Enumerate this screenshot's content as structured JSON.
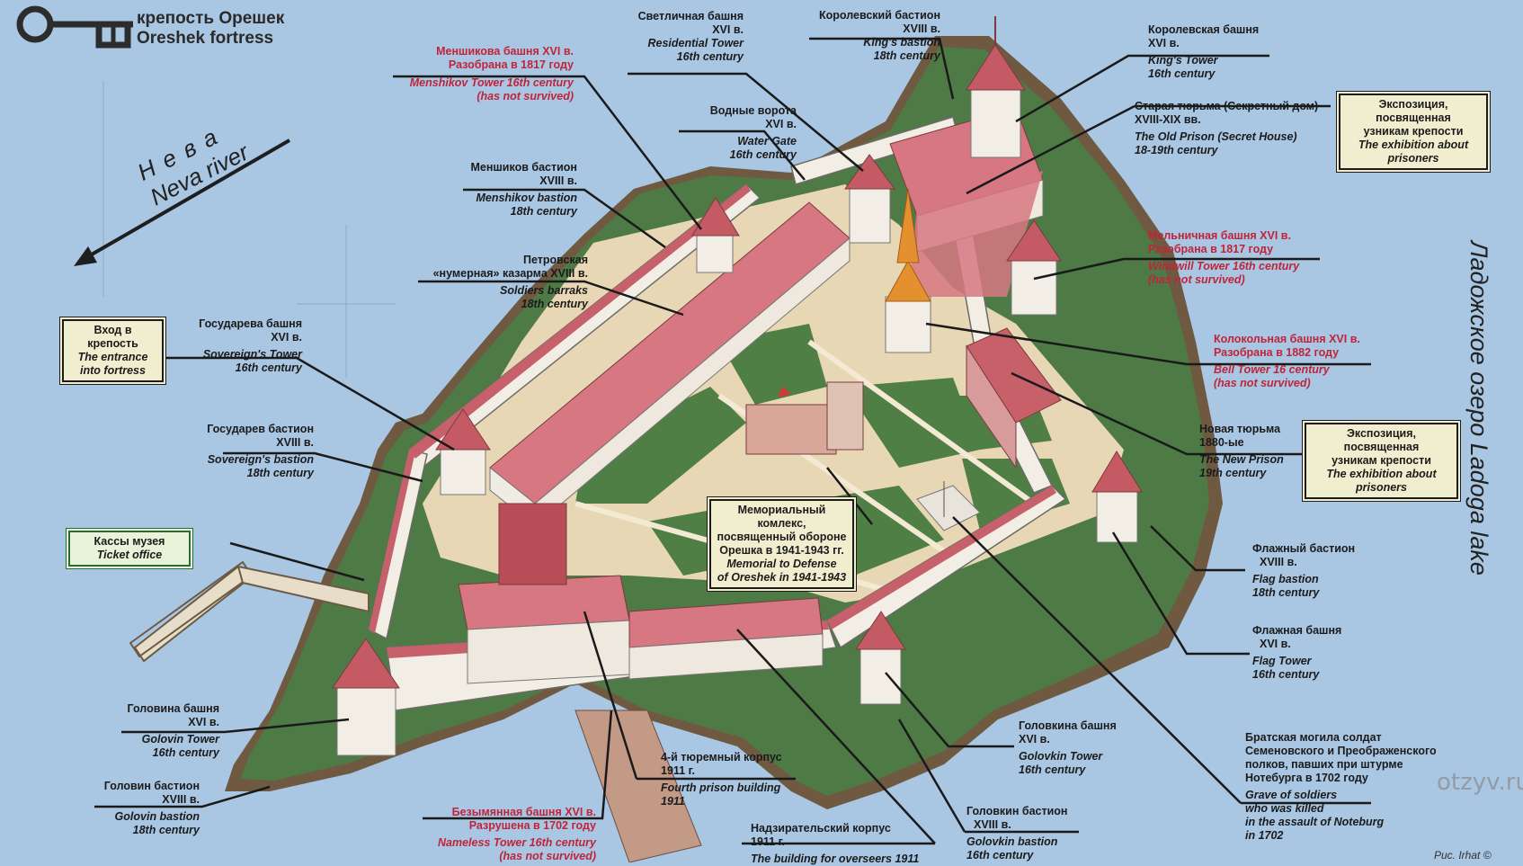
{
  "header": {
    "title_ru": "крепость Орешек",
    "title_en": "Oreshek fortress"
  },
  "river": {
    "ru": "Н е в а",
    "en": "Neva river"
  },
  "lake": {
    "text": "Ладожское озеро  Ladoga lake"
  },
  "credit": "Рис. Irhat ©",
  "watermark": "otzyv.ru",
  "labels": {
    "svetlichnaya": {
      "ru": [
        "Светличная башня",
        "XVI в."
      ],
      "en": [
        "Residential Tower",
        "16th century"
      ]
    },
    "korolevsky_bastion": {
      "ru": [
        "Королевский бастион",
        "XVIII в."
      ],
      "en": [
        "King's bastion",
        "18th century"
      ]
    },
    "korolevskaya_tower": {
      "ru": [
        "Королевская башня",
        "XVI в."
      ],
      "en": [
        "King's Tower",
        "16th century"
      ]
    },
    "menshikova_tower": {
      "ru": [
        "Меншикова башня XVI в.",
        "Разобрана в 1817 году"
      ],
      "en": [
        "Menshikov Tower 16th century",
        "(has not survived)"
      ]
    },
    "water_gate": {
      "ru": [
        "Водные ворота",
        "XVI в."
      ],
      "en": [
        "Water Gate",
        "16th century"
      ]
    },
    "old_prison": {
      "ru": [
        "Старая тюрьма (Секретный дом)",
        "XVIII-XIX вв."
      ],
      "en": [
        "The Old Prison (Secret House)",
        "18-19th century"
      ]
    },
    "menshikov_bastion": {
      "ru": [
        "Меншиков бастион",
        "XVIII в."
      ],
      "en": [
        "Menshikov bastion",
        "18th century"
      ]
    },
    "windmill_tower": {
      "ru": [
        "Мельничная башня XVI в.",
        "Разобрана в 1817 году"
      ],
      "en": [
        "Windwill Tower 16th century",
        "(has not survived)"
      ]
    },
    "petrovskaya": {
      "ru": [
        "Петровская",
        "«нумерная» казарма XVIII в."
      ],
      "en": [
        "Soldiers barraks",
        "18th century"
      ]
    },
    "gosudareva_tower": {
      "ru": [
        "Государева башня",
        "XVI в."
      ],
      "en": [
        "Sovereign's Tower",
        "16th century"
      ]
    },
    "bell_tower": {
      "ru": [
        "Колокольная башня XVI в.",
        "Разобрана в 1882 году"
      ],
      "en": [
        "Bell Tower 16 century",
        "(has not survived)"
      ]
    },
    "gosudarev_bastion": {
      "ru": [
        "Государев бастион",
        "XVIII в."
      ],
      "en": [
        "Sovereign's bastion",
        "18th century"
      ]
    },
    "new_prison": {
      "ru": [
        "Новая тюрьма",
        "1880-ые"
      ],
      "en": [
        "The New Prison",
        "19th century"
      ]
    },
    "flag_bastion": {
      "ru": [
        "Флажный бастион",
        "XVIII в."
      ],
      "en": [
        "Flag bastion",
        "18th century"
      ]
    },
    "flag_tower": {
      "ru": [
        "Флажная башня",
        "XVI в."
      ],
      "en": [
        "Flag Tower",
        "16th century"
      ]
    },
    "golovina_tower": {
      "ru": [
        "Головина башня",
        "XVI в."
      ],
      "en": [
        "Golovin Tower",
        "16th century"
      ]
    },
    "golovkina_tower": {
      "ru": [
        "Головкина башня",
        "XVI в."
      ],
      "en": [
        "Golovkin Tower",
        "16th century"
      ]
    },
    "fourth_prison": {
      "ru": [
        "4-й тюремный корпус",
        "1911 г."
      ],
      "en": [
        "Fourth prison building",
        "1911"
      ]
    },
    "golovin_bastion": {
      "ru": [
        "Головин бастион",
        "XVIII в."
      ],
      "en": [
        "Golovin bastion",
        "18th century"
      ]
    },
    "grave": {
      "ru": [
        "Братская могила солдат",
        "Семеновского и Преображенского",
        "полков, павших при штурме",
        "Нотебурга в 1702 году"
      ],
      "en": [
        "Grave of soldiers",
        "who was killed",
        "in the assault of Noteburg",
        "in 1702"
      ]
    },
    "golovkin_bastion": {
      "ru": [
        "Головкин бастион",
        "XVIII в."
      ],
      "en": [
        "Golovkin bastion",
        "16th century"
      ]
    },
    "nameless_tower": {
      "ru": [
        "Безымянная башня XVI в.",
        "Разрушена в 1702 году"
      ],
      "en": [
        "Nameless Tower 16th century",
        "(has not survived)"
      ]
    },
    "overseers": {
      "ru": [
        "Надзирательский корпус",
        "1911 г."
      ],
      "en": [
        "The building for overseers 1911"
      ]
    }
  },
  "boxes": {
    "entrance": {
      "ru": [
        "Вход в крепость"
      ],
      "en": [
        "The entrance",
        "into fortress"
      ]
    },
    "ticket": {
      "ru": [
        "Кассы музея"
      ],
      "en": [
        "Ticket office"
      ]
    },
    "exhibition_1": {
      "ru": [
        "Экспозиция, посвященная",
        "узникам крепости"
      ],
      "en": [
        "The exhibition about",
        "prisoners"
      ]
    },
    "exhibition_2": {
      "ru": [
        "Экспозиция, посвященная",
        "узникам крепости"
      ],
      "en": [
        "The exhibition about",
        "prisoners"
      ]
    },
    "memorial": {
      "ru": [
        "Мемориальный комлекс,",
        "посвященный обороне",
        "Орешка в 1941-1943 гг."
      ],
      "en": [
        "Memorial to Defense",
        "of Oreshek in 1941-1943"
      ]
    }
  }
}
